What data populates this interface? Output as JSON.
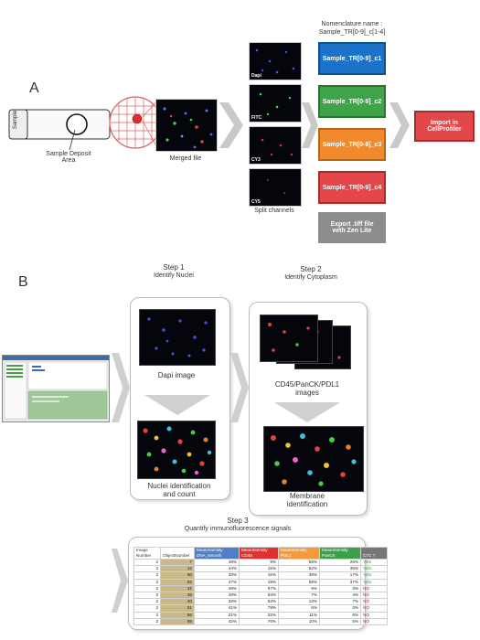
{
  "panelA": {
    "label": "A",
    "sample_label": "Sample",
    "deposit_label": "Sample Deposit\nArea",
    "merged_label": "Merged file",
    "channels": [
      "Dapi",
      "FITC",
      "CY3",
      "CY5"
    ],
    "split_label": "Split channels",
    "nomenclature_title": "Nomenclature name :",
    "nomenclature_pattern": "Sample_TR[0-9]_c[1-4]",
    "chips": [
      {
        "label": "Sample_TR[0-9]_c1",
        "color": "#1a73c9",
        "border": "#0d4f8f"
      },
      {
        "label": "Sample_TR[0-9]_c2",
        "color": "#3fa34a",
        "border": "#2a7331"
      },
      {
        "label": "Sample_TR[0-9]_c3",
        "color": "#f08a2c",
        "border": "#b86414"
      },
      {
        "label": "Sample_TR[0-9]_c4",
        "color": "#e3474a",
        "border": "#a82a2d"
      }
    ],
    "export_label": "Export .tiff file\nwith Zen Lite",
    "import_label": "Import in\nCellProfiler"
  },
  "panelB": {
    "label": "B",
    "step1": {
      "title": "Step 1",
      "sub": "Identify Nuclei",
      "img1": "Dapi image",
      "img2": "Nuclei identification\nand count"
    },
    "step2": {
      "title": "Step 2",
      "sub": "Identify Cytoplasm",
      "img1": "CD45/PanCK/PDL1\nimages",
      "img2": "Membrane\nidentification"
    },
    "step3": {
      "title": "Step 3",
      "sub": "Quantify immunofluorescence signals"
    },
    "table": {
      "headers": [
        "Image\nNumber",
        "ObjectNumber",
        "MeanIntensity\nDNA_smooth",
        "MeanIntensity\nCD45",
        "MeanIntensity\nPDL1",
        "MeanIntensity\nPanCK",
        "CTC ?"
      ],
      "header_colors": [
        "#ffffff",
        "#ffffff",
        "#4f7fc4",
        "#e03030",
        "#f29a3c",
        "#3aa14a",
        "#777777"
      ],
      "rows": [
        [
          "2",
          "7",
          "48%",
          "9%",
          "55%",
          "26%",
          "YES"
        ],
        [
          "2",
          "12",
          "44%",
          "15%",
          "62%",
          "35%",
          "YES"
        ],
        [
          "2",
          "60",
          "33%",
          "16%",
          "39%",
          "17%",
          "YES"
        ],
        [
          "2",
          "62",
          "47%",
          "19%",
          "58%",
          "37%",
          "YES"
        ],
        [
          "2",
          "31",
          "49%",
          "97%",
          "6%",
          "3%",
          "NO"
        ],
        [
          "2",
          "35",
          "48%",
          "93%",
          "7%",
          "4%",
          "NO"
        ],
        [
          "2",
          "40",
          "33%",
          "53%",
          "13%",
          "7%",
          "NO"
        ],
        [
          "2",
          "51",
          "41%",
          "79%",
          "6%",
          "3%",
          "NO"
        ],
        [
          "2",
          "56",
          "21%",
          "32%",
          "11%",
          "6%",
          "NO"
        ],
        [
          "2",
          "69",
          "42%",
          "76%",
          "10%",
          "5%",
          "NO"
        ]
      ]
    }
  }
}
